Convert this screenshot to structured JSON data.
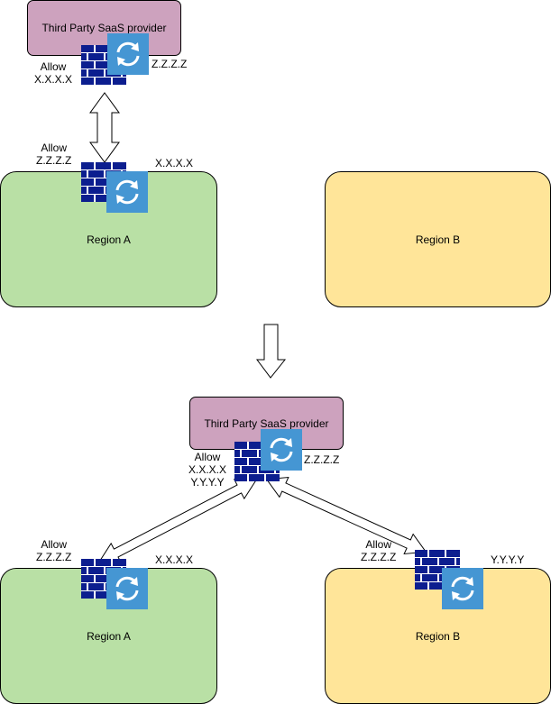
{
  "top": {
    "saas": {
      "label": "Third Party SaaS provider",
      "allow_label": "Allow",
      "allow_ip": "X.X.X.X",
      "ip": "Z.Z.Z.Z"
    },
    "region_a": {
      "label": "Region A",
      "allow_label": "Allow",
      "allow_ip": "Z.Z.Z.Z",
      "ip": "X.X.X.X"
    },
    "region_b": {
      "label": "Region B"
    }
  },
  "bottom": {
    "saas": {
      "label": "Third Party SaaS provider",
      "allow_label": "Allow",
      "allow_ip_1": "X.X.X.X",
      "allow_ip_2": "Y.Y.Y.Y",
      "ip": "Z.Z.Z.Z"
    },
    "region_a": {
      "label": "Region A",
      "allow_label": "Allow",
      "allow_ip": "Z.Z.Z.Z",
      "ip": "X.X.X.X"
    },
    "region_b": {
      "label": "Region B",
      "allow_label": "Allow",
      "allow_ip": "Z.Z.Z.Z",
      "ip": "Y.Y.Y.Y"
    }
  },
  "colors": {
    "saas_fill": "#cda2be",
    "region_a_fill": "#b9e0a5",
    "region_b_fill": "#ffe599",
    "firewall": "#0c1e8f",
    "sync_icon_bg": "#4596d3"
  },
  "icons": [
    "firewall-icon",
    "sync-icon",
    "double-arrow",
    "down-arrow"
  ]
}
